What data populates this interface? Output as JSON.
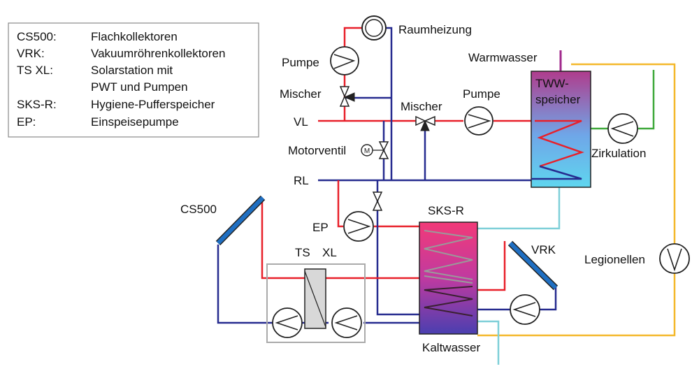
{
  "legend": {
    "rows": [
      {
        "abbr": "CS500:",
        "desc": "Flachkollektoren"
      },
      {
        "abbr": "VRK:",
        "desc": "Vakuumröhrenkollektoren"
      },
      {
        "abbr": "TS XL:",
        "desc": "Solarstation mit"
      },
      {
        "abbr": "",
        "desc": "PWT und Pumpen"
      },
      {
        "abbr": "SKS-R:",
        "desc": "Hygiene-Pufferspeicher"
      },
      {
        "abbr": "EP:",
        "desc": "Einspeisepumpe"
      }
    ]
  },
  "labels": {
    "raumheizung": "Raumheizung",
    "pumpe_top": "Pumpe",
    "mischer_left": "Mischer",
    "mischer_mid": "Mischer",
    "pumpe_mid": "Pumpe",
    "warmwasser": "Warmwasser",
    "tww_line1": "TWW-",
    "tww_line2": "speicher",
    "vl": "VL",
    "rl": "RL",
    "motorventil": "Motorventil",
    "motor_symbol": "M",
    "zirkulation": "Zirkulation",
    "cs500": "CS500",
    "ep": "EP",
    "sksr": "SKS-R",
    "vrk": "VRK",
    "ts": "TS",
    "xl": "XL",
    "legionellen": "Legionellen",
    "kaltwasser": "Kaltwasser"
  },
  "colors": {
    "hot": "#e8202a",
    "cold": "#262b8f",
    "warmwater": "#a0288c",
    "circulation": "#3ea83a",
    "legionella": "#f4b82a",
    "coldwater": "#7ecfd8",
    "collector": "#1f6fc2"
  }
}
